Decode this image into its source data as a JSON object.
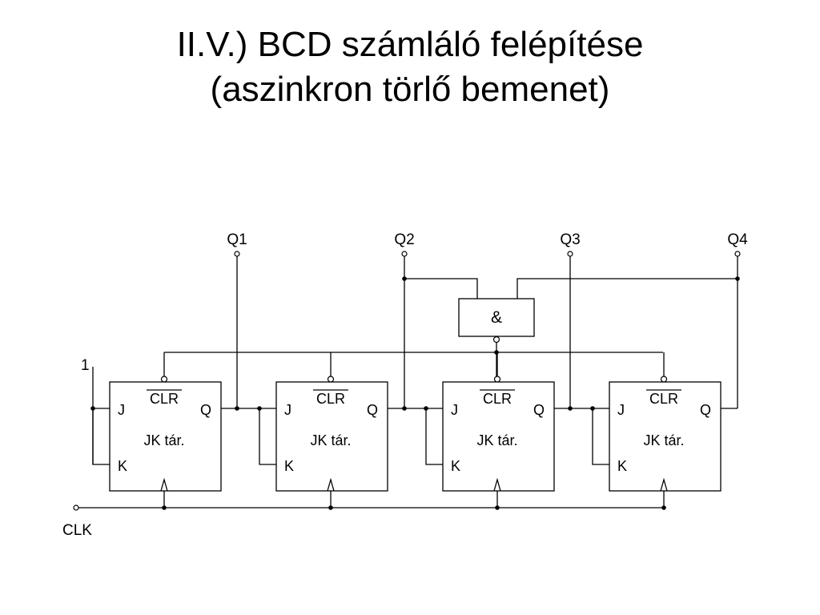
{
  "title": {
    "line1": "II.V.) BCD számláló felépítése",
    "line2": "(aszinkron törlő bemenet)"
  },
  "outputs": [
    "Q1",
    "Q2",
    "Q3",
    "Q4"
  ],
  "constant_input": "1",
  "clock_label": "CLK",
  "and_gate": {
    "symbol": "&"
  },
  "flip_flops": [
    {
      "j": "J",
      "k": "K",
      "q": "Q",
      "clr": "CLR",
      "name": "JK tár."
    },
    {
      "j": "J",
      "k": "K",
      "q": "Q",
      "clr": "CLR",
      "name": "JK tár."
    },
    {
      "j": "J",
      "k": "K",
      "q": "Q",
      "clr": "CLR",
      "name": "JK tár."
    },
    {
      "j": "J",
      "k": "K",
      "q": "Q",
      "clr": "CLR",
      "name": "JK tár."
    }
  ]
}
